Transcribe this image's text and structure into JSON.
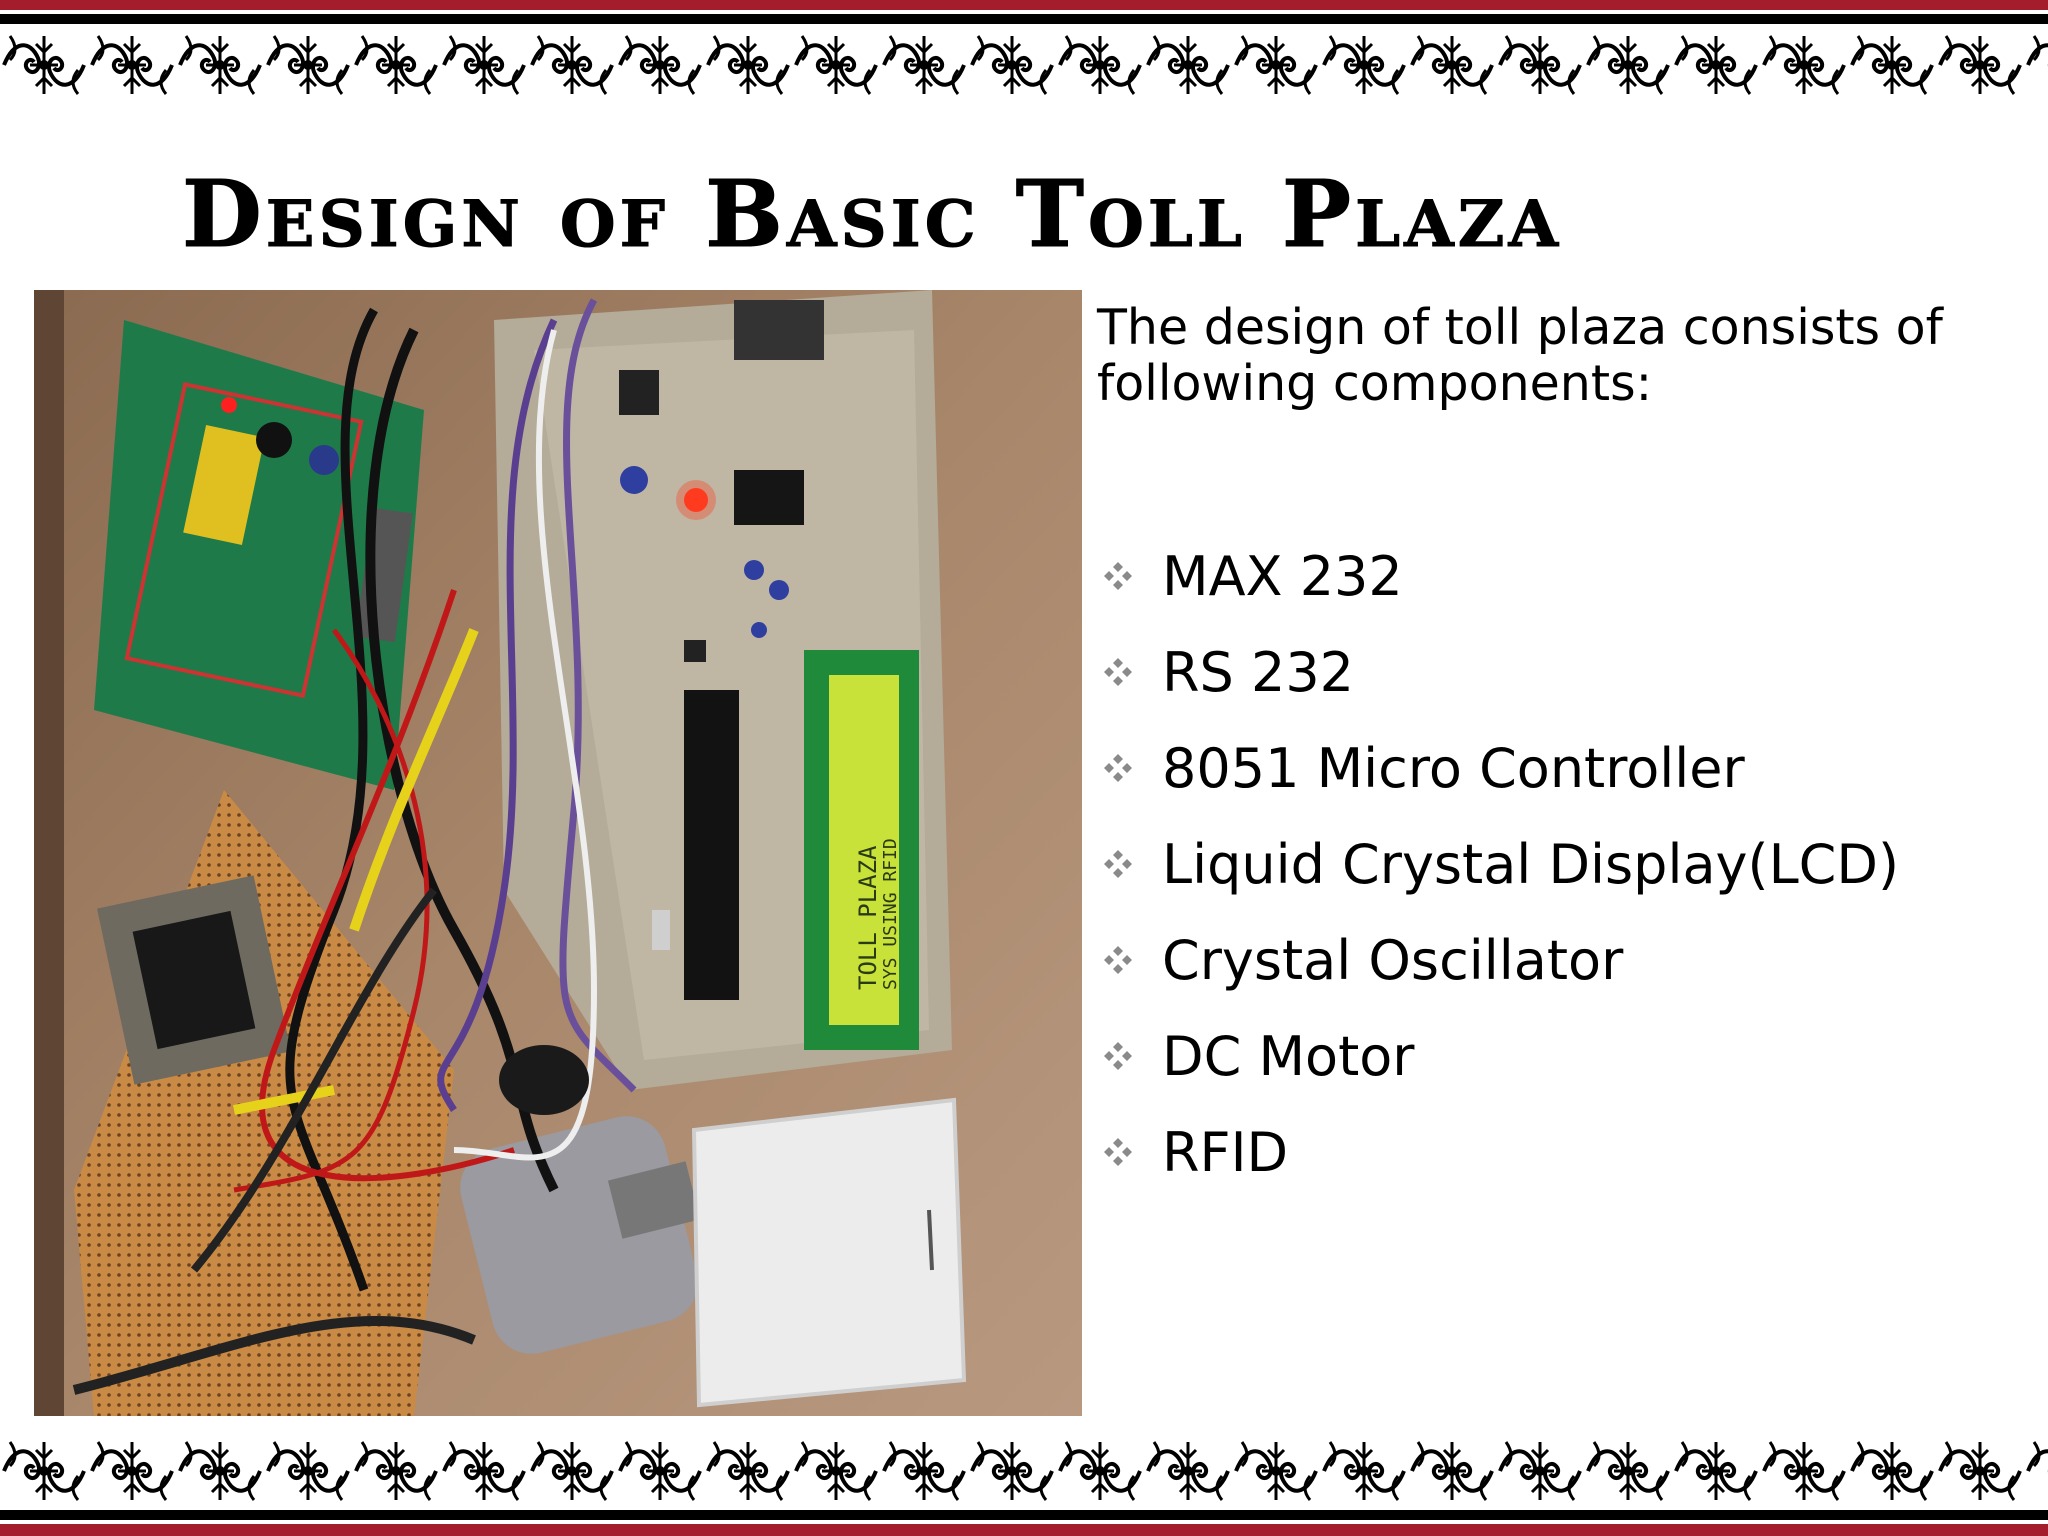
{
  "slide": {
    "title": "Design of Basic Toll Plaza",
    "intro": "The  design of toll plaza consists of following components:",
    "components": [
      "MAX 232",
      "RS 232",
      "8051 Micro Controller",
      "Liquid Crystal Display(LCD)",
      "Crystal Oscillator",
      "DC Motor",
      "RFID"
    ]
  },
  "photo": {
    "lcd_line1": "TOLL PLAZA",
    "lcd_line2": "SYS USING RFID"
  },
  "colors": {
    "border_red": "#a31d2c",
    "border_black": "#000000",
    "bullet_gray": "#8a8a8a"
  },
  "icons": {
    "bullet": "four-diamond-bullet-icon"
  }
}
